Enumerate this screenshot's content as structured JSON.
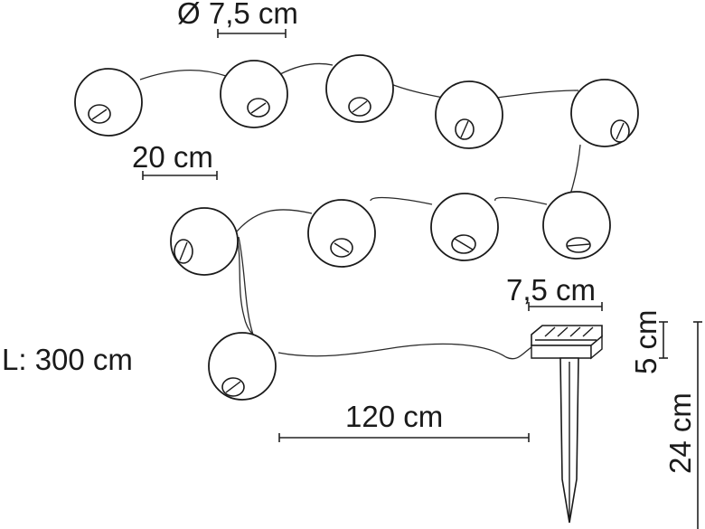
{
  "labels": {
    "ball_diameter": "Ø 7,5 cm",
    "spacing": "20 cm",
    "total_length": "L: 300 cm",
    "lead_cable": "120 cm",
    "panel_width": "7,5 cm",
    "panel_height": "5 cm",
    "stake_height": "24 cm"
  }
}
